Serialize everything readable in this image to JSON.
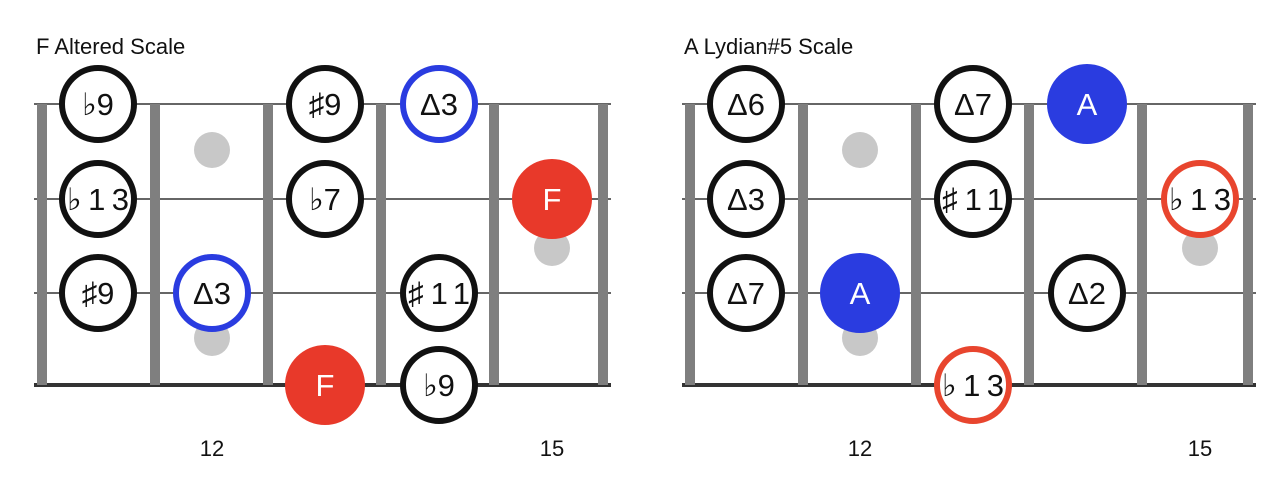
{
  "colors": {
    "root_fill": "#e8392a",
    "third_ring": "#2a3ce0",
    "sharp_five_ring": "#e8452e",
    "black": "#111111",
    "fret_gray": "#7f7f7f",
    "inlay_gray": "#c8c8c8"
  },
  "diagrams": [
    {
      "title": "F Altered Scale",
      "fret_numbers": [
        "12",
        "15"
      ],
      "notes": [
        {
          "fret": 0,
          "string": 0,
          "label": "♭9",
          "style": "black"
        },
        {
          "fret": 2,
          "string": 0,
          "label": "♯9",
          "style": "black"
        },
        {
          "fret": 3,
          "string": 0,
          "label": "Δ3",
          "style": "blue"
        },
        {
          "fret": 0,
          "string": 1,
          "label": "♭13",
          "style": "black"
        },
        {
          "fret": 2,
          "string": 1,
          "label": "♭7",
          "style": "black"
        },
        {
          "fret": 4,
          "string": 1,
          "label": "F",
          "style": "root"
        },
        {
          "fret": 0,
          "string": 2,
          "label": "♯9",
          "style": "black"
        },
        {
          "fret": 1,
          "string": 2,
          "label": "Δ3",
          "style": "blue"
        },
        {
          "fret": 3,
          "string": 2,
          "label": "♯11",
          "style": "black"
        },
        {
          "fret": 2,
          "string": 3,
          "label": "F",
          "style": "root"
        },
        {
          "fret": 3,
          "string": 3,
          "label": "♭9",
          "style": "black"
        }
      ]
    },
    {
      "title": "A Lydian#5 Scale",
      "fret_numbers": [
        "12",
        "15"
      ],
      "notes": [
        {
          "fret": 0,
          "string": 0,
          "label": "Δ6",
          "style": "black"
        },
        {
          "fret": 2,
          "string": 0,
          "label": "Δ7",
          "style": "black"
        },
        {
          "fret": 3,
          "string": 0,
          "label": "A",
          "style": "root-blue"
        },
        {
          "fret": 0,
          "string": 1,
          "label": "Δ3",
          "style": "black"
        },
        {
          "fret": 2,
          "string": 1,
          "label": "♯11",
          "style": "black"
        },
        {
          "fret": 4,
          "string": 1,
          "label": "♭13",
          "style": "red"
        },
        {
          "fret": 0,
          "string": 2,
          "label": "Δ7",
          "style": "black"
        },
        {
          "fret": 1,
          "string": 2,
          "label": "A",
          "style": "root-blue"
        },
        {
          "fret": 3,
          "string": 2,
          "label": "Δ2",
          "style": "black"
        },
        {
          "fret": 2,
          "string": 3,
          "label": "♭13",
          "style": "red"
        }
      ]
    }
  ]
}
